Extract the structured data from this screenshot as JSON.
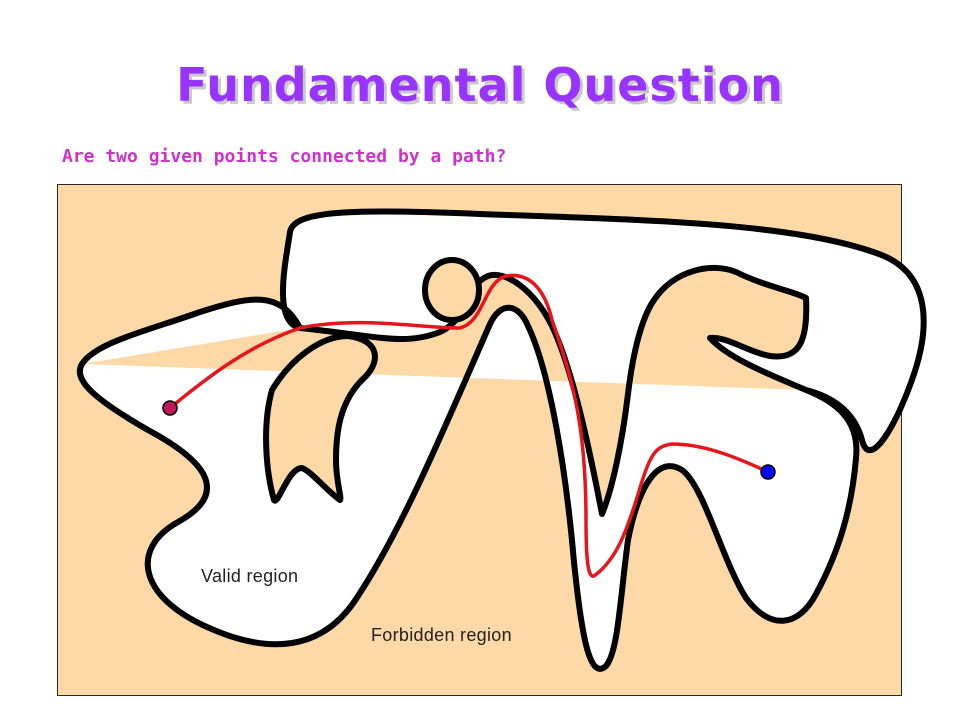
{
  "title": "Fundamental Question",
  "question": "Are two given points connected by a path?",
  "labels": {
    "valid": "Valid region",
    "forbidden": "Forbidden region"
  },
  "colors": {
    "title": "#9933ff",
    "question": "#cc33cc",
    "forbidden_fill": "#fcd9a6",
    "valid_fill": "#ffffff",
    "boundary": "#000000",
    "path": "#e8141c",
    "start_point": "#c2185b",
    "end_point": "#0000ff"
  }
}
